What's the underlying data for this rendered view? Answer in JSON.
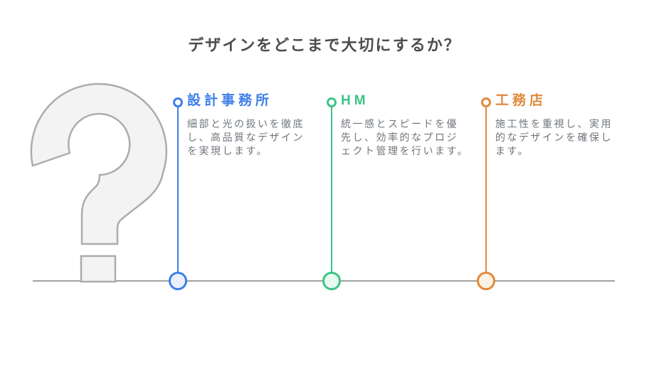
{
  "title": "デザインをどこまで大切にするか？",
  "title_color": "#4d4d4d",
  "body_color": "#70767c",
  "baseline_color": "#a0a0a0",
  "graphic": {
    "icon": "question-mark",
    "fill": "#f3f3f3",
    "stroke": "#acacac"
  },
  "columns": [
    {
      "label": "設計事務所",
      "accent": "#3e7ee9",
      "tint": "#eaf1fd",
      "description": "細部と光の扱いを徹底し、高品質なデザインを実現します。",
      "lines": [
        "細部と光の扱いを徹底",
        "し、高品質なデザイン",
        "を実現します。"
      ]
    },
    {
      "label": "HM",
      "accent": "#3cc488",
      "tint": "#e9fbf1",
      "description": "統一感とスピードを優先し、効率的なプロジェクト管理を行います。",
      "lines": [
        "統一感とスピードを優",
        "先し、効率的なプロジ",
        "ェクト管理を行います。"
      ]
    },
    {
      "label": "工務店",
      "accent": "#e08a3c",
      "tint": "#fdf2e4",
      "description": "施工性を重視し、実用的なデザインを確保します。",
      "lines": [
        "施工性を重視し、実用",
        "的なデザインを確保し",
        "ます。"
      ]
    }
  ]
}
